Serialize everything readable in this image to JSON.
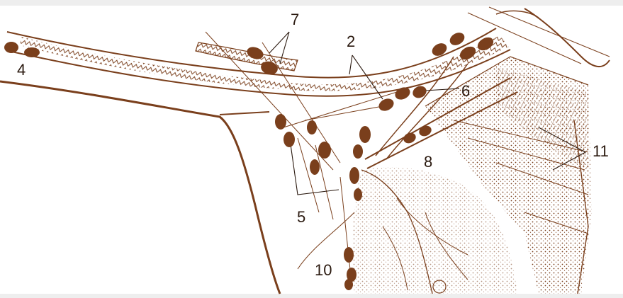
{
  "labels": {
    "n2": "2",
    "n4": "4",
    "n5": "5",
    "n6": "6",
    "n7": "7",
    "n8": "8",
    "n10": "10",
    "n11": "11"
  },
  "colors": {
    "ink": "#7a3f1c",
    "node": "#7a3f1c",
    "label": "#2b1a10",
    "background": "#ffffff"
  }
}
